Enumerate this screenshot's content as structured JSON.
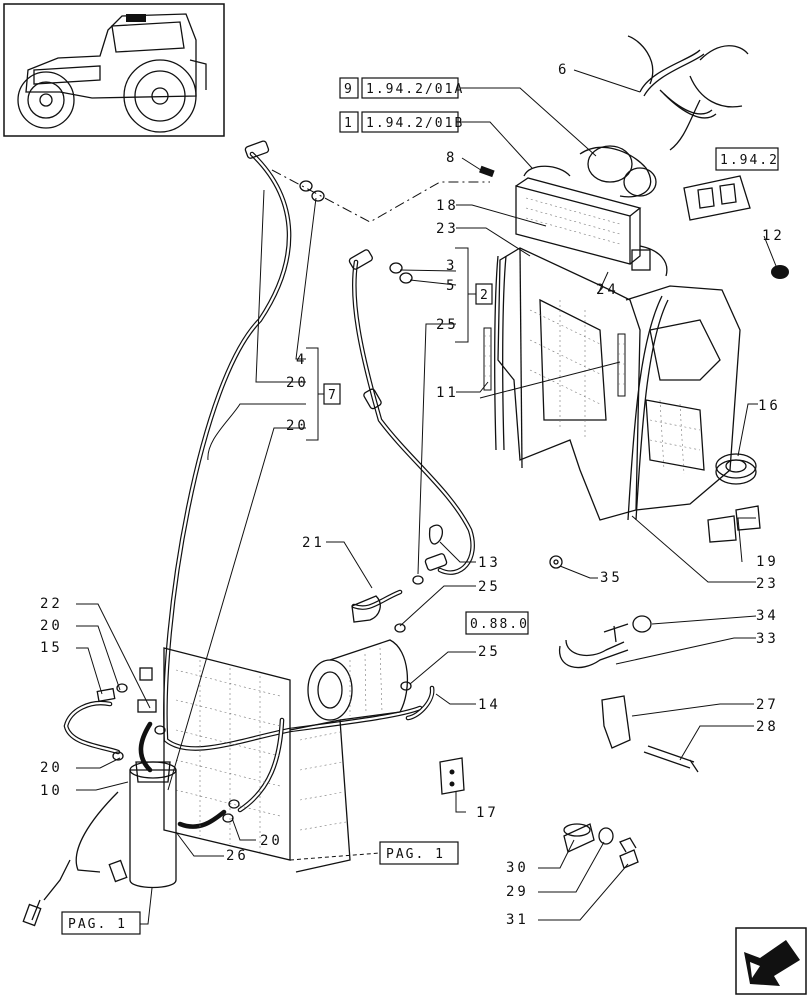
{
  "callouts": {
    "c6": "6",
    "c8": "8",
    "c18": "18",
    "c23a": "23",
    "c12": "12",
    "c3": "3",
    "c5": "5",
    "c25a": "25",
    "c24": "24",
    "c11": "11",
    "c4": "4",
    "c20a": "20",
    "c20b": "20",
    "c16": "16",
    "c21": "21",
    "c13": "13",
    "c25b": "25",
    "c19": "19",
    "c35": "35",
    "c23b": "23",
    "c22": "22",
    "c20c": "20",
    "c15": "15",
    "c34": "34",
    "c33": "33",
    "c25c": "25",
    "c14": "14",
    "c27": "27",
    "c28": "28",
    "c20d": "20",
    "c10": "10",
    "c17": "17",
    "c26": "26",
    "c20e": "20",
    "c30": "30",
    "c29": "29",
    "c31": "31"
  },
  "groups": {
    "g2": "2",
    "g7": "7"
  },
  "refs": {
    "ref1": {
      "num": "9",
      "code": "1.94.2/01A"
    },
    "ref2": {
      "num": "1",
      "code": "1.94.2/01B"
    },
    "ref3": "1.94.2",
    "ref4": "0.88.0",
    "ref5": "PAG. 1",
    "ref6": "PAG. 1"
  },
  "icons": {
    "thumbnail": "tractor-thumbnail-icon",
    "nav": "next-page-arrow-icon"
  }
}
